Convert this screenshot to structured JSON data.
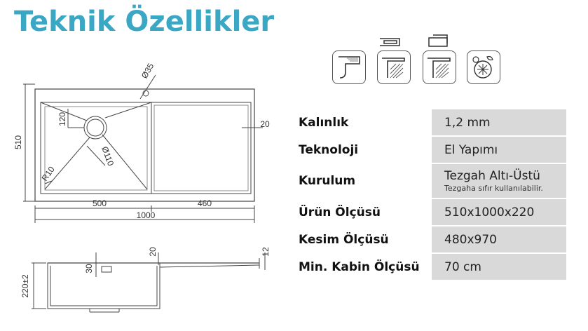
{
  "title": "Teknik Özellikler",
  "specs": {
    "rows": [
      {
        "label": "Kalınlık",
        "value": "1,2 mm"
      },
      {
        "label": "Teknoloji",
        "value": "El Yapımı"
      },
      {
        "label": "Kurulum",
        "value": "Tezgah Altı-Üstü",
        "note": "Tezgaha sıfır kullanılabilir."
      },
      {
        "label": "Ürün Ölçüsü",
        "value": "510x1000x220"
      },
      {
        "label": "Kesim Ölçüsü",
        "value": "480x970"
      },
      {
        "label": "Min. Kabin Ölçüsü",
        "value": "70 cm"
      }
    ]
  },
  "top_view": {
    "dim_depth": "510",
    "dim_width": "1000",
    "dim_bowl": "500",
    "dim_drainer": "460",
    "dim_drain_offset": "120",
    "dim_overflow": "Ø35",
    "dim_drain": "Ø110",
    "dim_radius": "R10",
    "dim_rim": "20"
  },
  "side_view": {
    "dim_height": "220±2",
    "dim_overflow_height": "30",
    "dim_rim": "20",
    "dim_thickness": "12"
  },
  "icons": [
    {
      "name": "undermount-install-icon"
    },
    {
      "name": "topmount-install-icon"
    },
    {
      "name": "flush-mount-install-icon"
    },
    {
      "name": "food-fruit-icon"
    }
  ]
}
